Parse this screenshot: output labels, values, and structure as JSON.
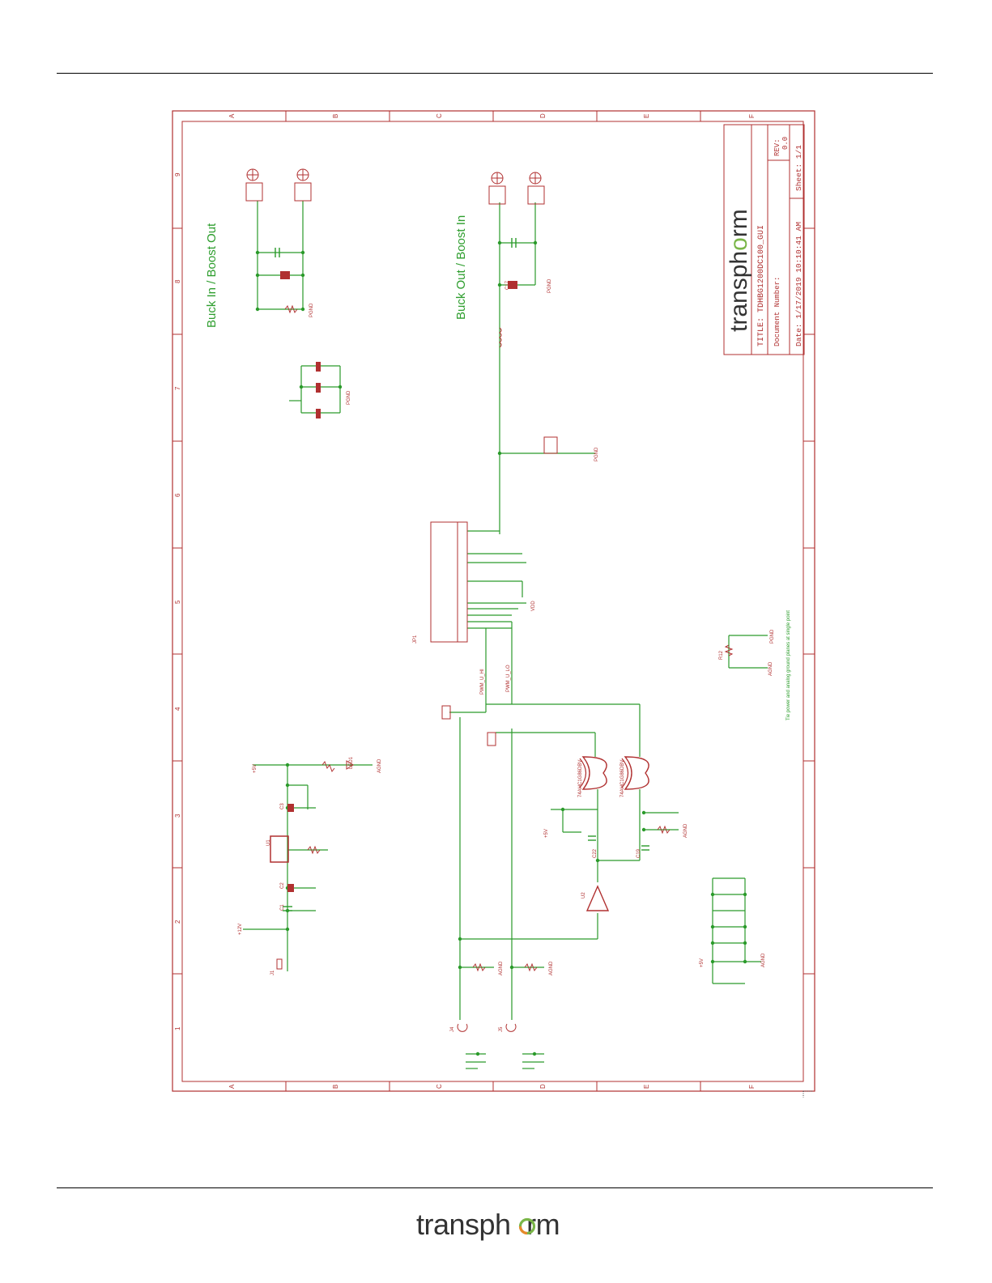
{
  "sheet": {
    "column_labels": [
      "A",
      "B",
      "C",
      "D",
      "E",
      "F"
    ],
    "row_labels": [
      "9",
      "8",
      "7",
      "6",
      "5",
      "4",
      "3",
      "2",
      "1"
    ]
  },
  "section_titles": {
    "buck_in": "Buck In / Boost Out",
    "buck_out": "Buck Out / Boost In"
  },
  "title_block": {
    "title": "TITLE: TDHBG1200DC100_GUI",
    "document_number": "Document Number:",
    "revision_label": "REV:",
    "revision_value": "0.0",
    "date": "Date: 1/17/2019 10:10:41 AM",
    "sheet": "Sheet: 1/1"
  },
  "notes": {
    "grounding": "Tie power and analog ground planes at single point"
  },
  "components": {
    "ic1": "U1",
    "gate1": "74AHC1G86DBV",
    "gate2": "74AHC1G86DBV",
    "u2": "U2",
    "jp1": "JP1",
    "j1": "J1",
    "j4": "J4",
    "j5": "J5",
    "r12": "R12",
    "c1": "C1",
    "c2": "C2",
    "c3": "C3",
    "c17": "C17",
    "c22": "C22",
    "c19": "C19",
    "led": "LED1",
    "pwmh": "PWM_U_HI",
    "pwml": "PWM_U_LO"
  },
  "net_labels": {
    "pgnd": "PGND",
    "agnd": "AGND",
    "v5": "+5V",
    "v12": "+12V",
    "vdd": "VDD"
  },
  "logo": {
    "prefix": "transph",
    "o": "o",
    "suffix": "rm"
  },
  "colors": {
    "frame": "#b03030",
    "wire": "#2a9a2a",
    "part": "#b03030",
    "section_title": "#2e9e2e",
    "logo_text": "#333333",
    "logo_green": "#7ab648",
    "logo_orange": "#e8892b"
  }
}
